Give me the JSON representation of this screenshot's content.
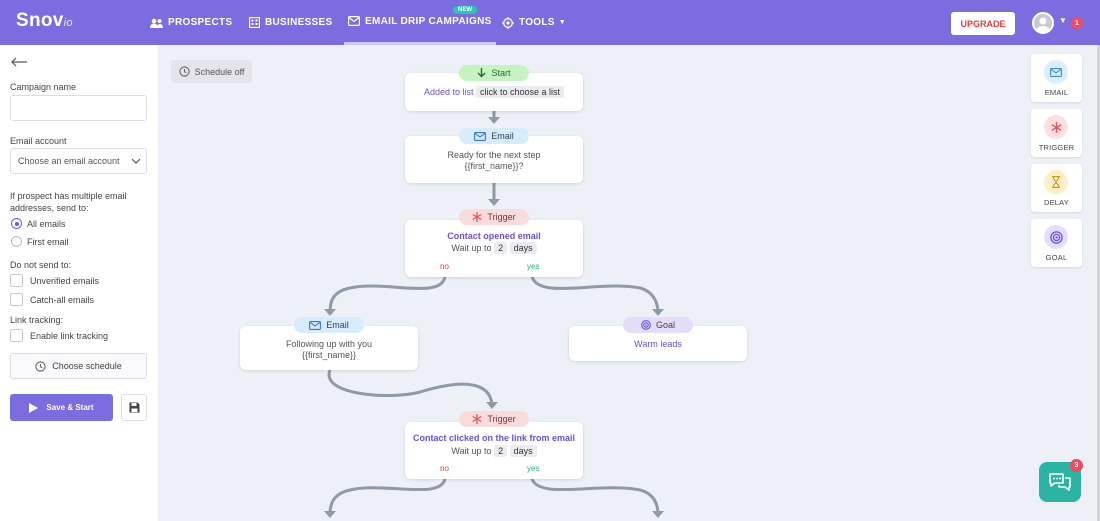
{
  "brand": {
    "logo": "Snov",
    "logo_sub": "io"
  },
  "nav": {
    "prospects": "PROSPECTS",
    "businesses": "BUSINESSES",
    "drip": "EMAIL DRIP CAMPAIGNS",
    "new_badge": "NEW",
    "tools": "TOOLS",
    "upgrade": "UPGRADE",
    "notifications": "1"
  },
  "sidebar": {
    "campaign_name_label": "Campaign name",
    "campaign_name_value": "",
    "email_account_label": "Email account",
    "email_account_value": "Choose an email account",
    "multi_label": "If prospect has multiple email addresses, send to:",
    "opt_all": "All emails",
    "opt_first": "First email",
    "donot_label": "Do not send to:",
    "unverified": "Unverified emails",
    "catchall": "Catch-all emails",
    "link_label": "Link tracking:",
    "link_enable": "Enable link tracking",
    "schedule_btn": "Choose schedule",
    "save_btn": "Save & Start"
  },
  "flow": {
    "schedule_status": "Schedule off",
    "start": {
      "pill": "Start",
      "text": "Added to list",
      "chip": "click to choose a list"
    },
    "email1": {
      "pill": "Email",
      "line1": "Ready for the next step",
      "line2": "{{first_name}}?"
    },
    "trigger1": {
      "pill": "Trigger",
      "title": "Contact opened email",
      "wait": "Wait up to",
      "days_num": "2",
      "days": "days",
      "no": "no",
      "yes": "yes"
    },
    "email2": {
      "pill": "Email",
      "line1": "Following up with you",
      "line2": "{{first_name}}"
    },
    "goal": {
      "pill": "Goal",
      "text": "Warm leads"
    },
    "trigger2": {
      "pill": "Trigger",
      "title": "Contact clicked on the link from email",
      "wait": "Wait up to",
      "days_num": "2",
      "days": "days",
      "no": "no",
      "yes": "yes"
    }
  },
  "palette": {
    "email": "EMAIL",
    "trigger": "TRIGGER",
    "delay": "DELAY",
    "goal": "GOAL"
  },
  "chat": {
    "badge": "3"
  },
  "colors": {
    "header": "#7b6de0",
    "accent": "#6a4fd8",
    "no": "#e23c3c",
    "yes": "#24b572",
    "chat": "#2bb3a3"
  }
}
